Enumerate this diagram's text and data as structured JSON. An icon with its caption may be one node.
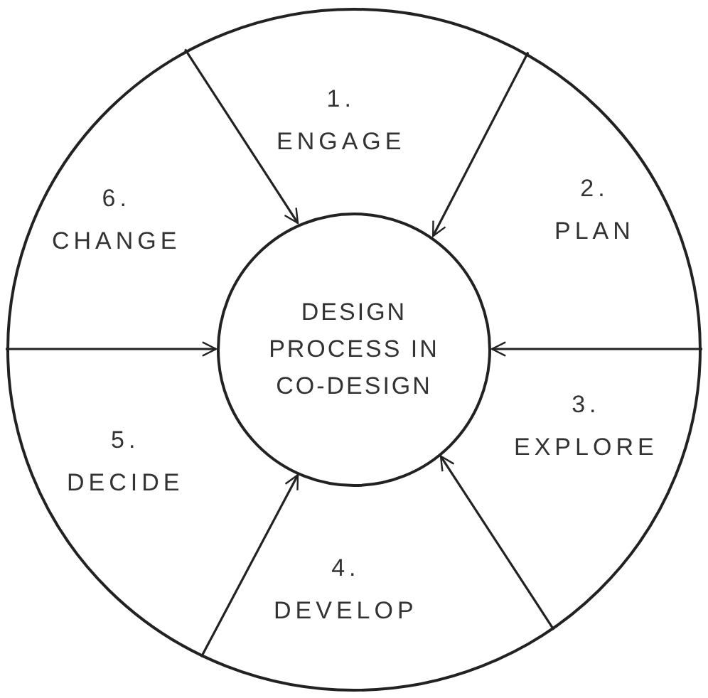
{
  "diagram": {
    "nodes": [
      {
        "text": [],
        "shape": "circle"
      },
      {
        "text": [
          "1. ENGAGE"
        ],
        "in": 0
      },
      {
        "text": [
          "2. PLAN"
        ],
        "in": 0
      },
      {
        "text": [
          "3. EXPLORE"
        ],
        "in": 0
      },
      {
        "text": [
          "4. DEVELOP"
        ],
        "in": 0
      },
      {
        "text": [
          "5. DECIDE"
        ],
        "in": 0
      },
      {
        "text": [
          "6. CHANGE"
        ],
        "in": 0
      },
      {
        "text": [
          "DESIGN PROCESS IN CO-DESIGN"
        ],
        "in": 0
      }
    ],
    "edges": [
      {
        "from": 0,
        "to": 7,
        "arrow": "to"
      },
      {
        "from": 0,
        "to": 7,
        "arrow": "to"
      },
      {
        "from": 0,
        "to": 7,
        "arrow": "to"
      },
      {
        "from": 0,
        "to": 7,
        "arrow": "to"
      },
      {
        "from": 0,
        "to": 7,
        "arrow": "to"
      },
      {
        "from": 0,
        "to": 7,
        "arrow": "to"
      }
    ]
  }
}
